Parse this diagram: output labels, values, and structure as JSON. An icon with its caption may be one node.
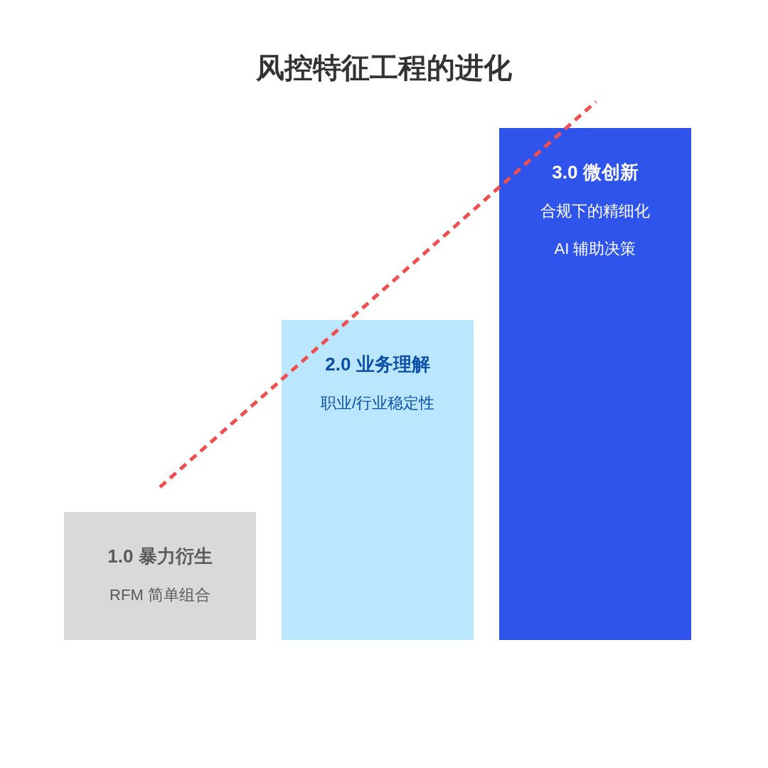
{
  "diagram": {
    "title": "风控特征工程的进化",
    "nodes": [
      {
        "text": [
          "1.0 暴力衍生",
          "RFM 简单组合"
        ]
      },
      {
        "text": [
          "2.0 业务理解",
          "职业/行业稳定性"
        ]
      },
      {
        "text": [
          "3.0 微创新",
          "合规下的精细化",
          "AI 辅助决策"
        ]
      }
    ]
  }
}
